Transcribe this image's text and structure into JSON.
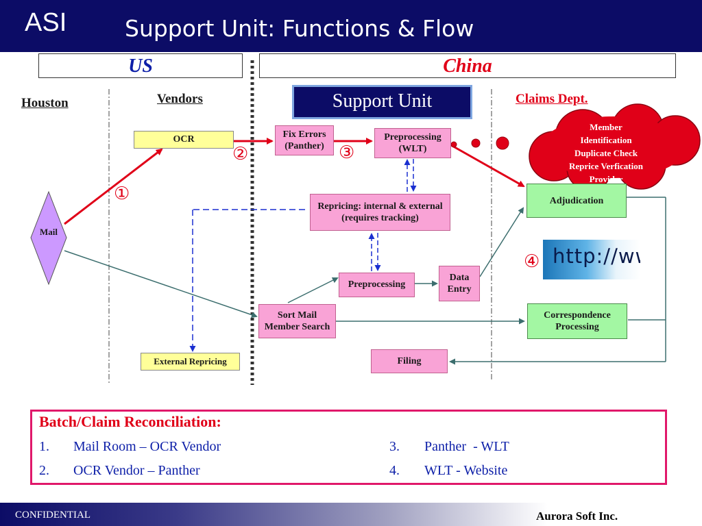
{
  "header": {
    "logo": "ASI",
    "title": "Support Unit: Functions & Flow",
    "bg_color": "#0c0c66"
  },
  "regions": {
    "us": "US",
    "china": "China"
  },
  "columns": {
    "houston": "Houston",
    "vendors": "Vendors",
    "support_unit": "Support Unit",
    "claims_dept": "Claims Dept."
  },
  "nodes": {
    "mail": "Mail",
    "ocr": "OCR",
    "fix_errors": "Fix Errors (Panther)",
    "preprocessing_wlt": "Preprocessing (WLT)",
    "repricing": "Repricing: internal & external (requires tracking)",
    "preprocessing": "Preprocessing",
    "data_entry": "Data Entry",
    "sort_mail": "Sort Mail Member Search",
    "external_repricing": "External Repricing",
    "filing": "Filing",
    "adjudication": "Adjudication",
    "correspondence": "Correspondence Processing"
  },
  "cloud_lines": [
    "Member",
    "Identification",
    "Duplicate Check",
    "Reprice Verfication",
    "Provider"
  ],
  "step_markers": [
    "①",
    "②",
    "③",
    "④"
  ],
  "http_logo_text": "http://www",
  "reconciliation": {
    "title": "Batch/Claim Reconciliation:",
    "items": [
      {
        "num": "1.",
        "text": "Mail Room – OCR Vendor"
      },
      {
        "num": "2.",
        "text": "OCR Vendor – Panther"
      },
      {
        "num": "3.",
        "text": "Panther  - WLT"
      },
      {
        "num": "4.",
        "text": "WLT - Website"
      }
    ]
  },
  "footer": {
    "confidential": "CONFIDENTIAL",
    "company": "Aurora Soft Inc."
  },
  "colors": {
    "red_flow": "#e00018",
    "blue_dashed": "#1a2fd0",
    "connector": "#3c6e6e",
    "pink_box": "#f9a3d6",
    "green_box": "#a3f7a3",
    "yellow_box": "#ffff99"
  }
}
